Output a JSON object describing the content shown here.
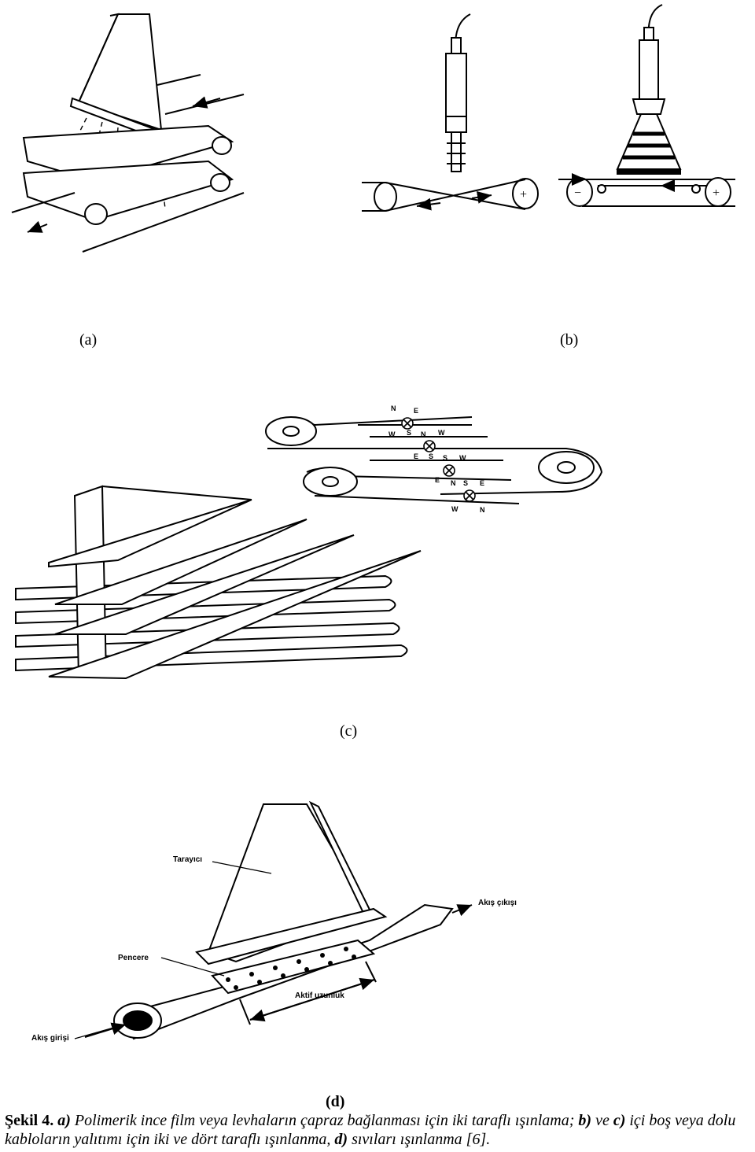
{
  "panels": {
    "a": "(a)",
    "b": "(b)",
    "c": "(c)",
    "d": "(d)"
  },
  "diagram_d": {
    "scanner": "Tarayıcı",
    "window": "Pencere",
    "outlet": "Akış çıkışı",
    "active_length": "Aktif uzunluk",
    "inlet": "Akış girişi"
  },
  "diagram_b": {
    "plus": "+",
    "minus": "−"
  },
  "diagram_c": {
    "pole_letters": [
      "N",
      "E",
      "W",
      "S",
      "N",
      "W",
      "E",
      "S",
      "S",
      "W",
      "E",
      "N",
      "S",
      "E",
      "W",
      "N"
    ]
  },
  "caption": {
    "label": "Şekil 4.",
    "a_key": "a)",
    "a_text": " Polimerik ince film veya levhaların çapraz bağlanması için iki taraflı ışınlama; ",
    "b_key": "b)",
    "ve": " ve ",
    "c_key": "c)",
    "c_text": " içi boş veya dolu kabloların yalıtımı için iki ve dört taraflı ışınlanma, ",
    "d_key": "d)",
    "d_text": " sıvıları ışınlanma [6]."
  }
}
